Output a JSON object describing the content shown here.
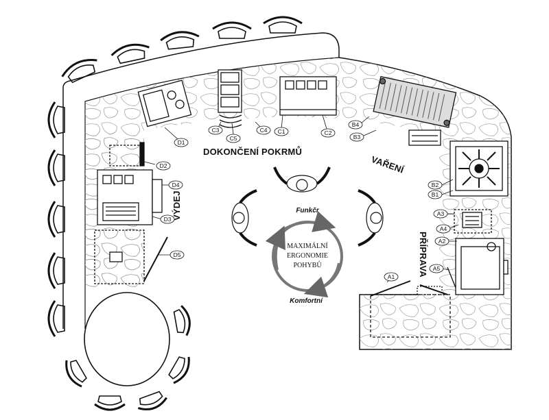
{
  "diagram": {
    "zones": {
      "dokonceni": "DOKONČENÍ POKRMŮ",
      "vareni": "VAŘENÍ",
      "vydej": "VÝDEJ",
      "priprava": "PŘÍPRAVA"
    },
    "labels": {
      "A1": "A1",
      "A2": "A2",
      "A3": "A3",
      "A4": "A4",
      "A5": "A5",
      "B1": "B1",
      "B2": "B2",
      "B3": "B3",
      "B4": "B4",
      "C1": "C1",
      "C2": "C2",
      "C3": "C3",
      "C4": "C4",
      "C5": "C5",
      "D1": "D1",
      "D2": "D2",
      "D3": "D3",
      "D4": "D4",
      "D5": "D5"
    },
    "cycle": {
      "line1": "MAXIMÁLNÍ",
      "line2": "ERGONOMIE",
      "line3": "POHYBŮ",
      "top": "Funkčr",
      "bottom": "Komfortní"
    }
  }
}
